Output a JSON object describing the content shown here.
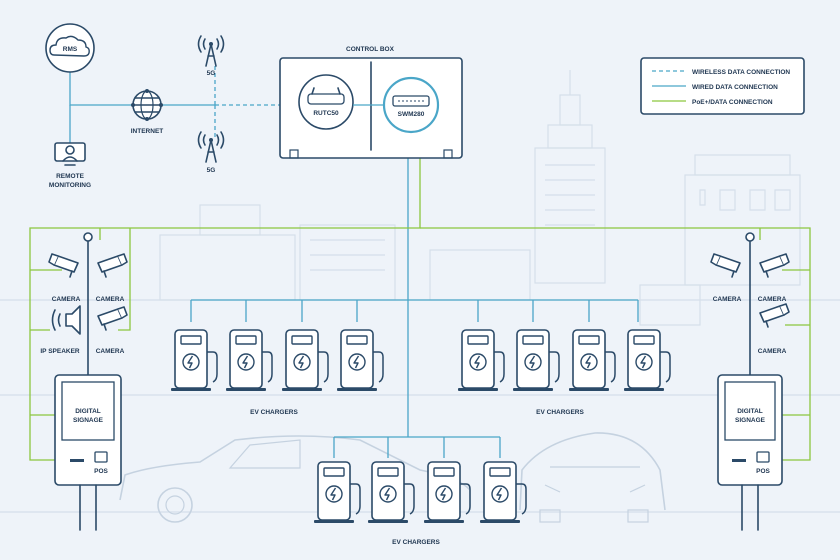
{
  "nodes": {
    "rms": "RMS",
    "internet": "INTERNET",
    "remote_monitoring": [
      "REMOTE",
      "MONITORING"
    ],
    "fiveg_top": "5G",
    "fiveg_bottom": "5G",
    "control_box": "CONTROL BOX",
    "rutc50": "RUTC50",
    "swm280": "SWM280",
    "camera_1": "CAMERA",
    "camera_2": "CAMERA",
    "camera_3": "CAMERA",
    "camera_r1": "CAMERA",
    "camera_r2": "CAMERA",
    "camera_r3": "CAMERA",
    "ip_speaker": "IP SPEAKER",
    "signage_left": [
      "DIGITAL",
      "SIGNAGE"
    ],
    "signage_right": [
      "DIGITAL",
      "SIGNAGE"
    ],
    "pos_left": "POS",
    "pos_right": "POS",
    "ev_chargers_left": "EV CHARGERS",
    "ev_chargers_right": "EV CHARGERS",
    "ev_chargers_bottom": "EV CHARGERS"
  },
  "legend": {
    "wireless": "WIRELESS DATA CONNECTION",
    "wired": "WIRED DATA CONNECTION",
    "poe": "PoE+/DATA CONNECTION"
  },
  "colors": {
    "background": "#eef3f9",
    "line_dark": "#2b4a68",
    "wired": "#4aa6c8",
    "wireless": "#4aa6c8",
    "poe": "#8cc63f",
    "background_buildings": "#d5dfea"
  }
}
